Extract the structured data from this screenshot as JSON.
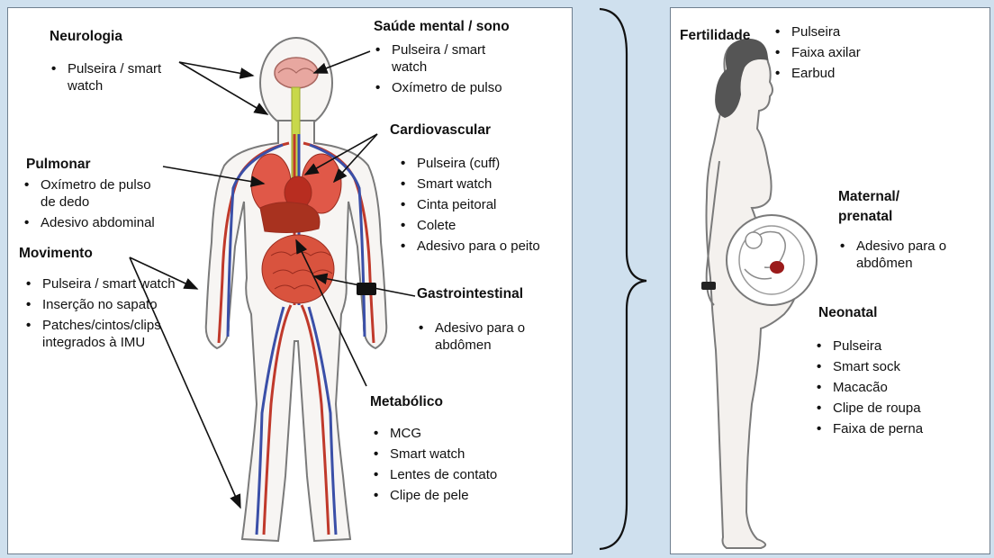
{
  "left": {
    "neurologia": {
      "title": "Neurologia",
      "items": [
        "Pulseira / smart watch"
      ]
    },
    "saude_mental": {
      "title": "Saúde mental / sono",
      "items": [
        "Pulseira / smart watch",
        "Oxímetro de pulso"
      ]
    },
    "cardiovascular": {
      "title": "Cardiovascular",
      "items": [
        "Pulseira (cuff)",
        "Smart watch",
        "Cinta peitoral",
        "Colete",
        "Adesivo para o peito"
      ]
    },
    "pulmonar": {
      "title": "Pulmonar",
      "items": [
        "Oxímetro de pulso de dedo",
        "Adesivo abdominal"
      ]
    },
    "movimento": {
      "title": "Movimento",
      "items": [
        "Pulseira / smart watch",
        "Inserção no sapato",
        "Patches/cintos/clips integrados à IMU"
      ]
    },
    "gastrointestinal": {
      "title": "Gastrointestinal",
      "items": [
        "Adesivo para o abdômen"
      ]
    },
    "metabolico": {
      "title": "Metabólico",
      "items": [
        "MCG",
        "Smart watch",
        "Lentes de contato",
        "Clipe de pele"
      ]
    }
  },
  "right": {
    "fertilidade": {
      "title": "Fertilidade",
      "items": [
        "Pulseira",
        "Faixa axilar",
        "Earbud"
      ]
    },
    "maternal": {
      "title_line1": "Maternal/",
      "title_line2": "prenatal",
      "items": [
        "Adesivo para o abdômen"
      ]
    },
    "neonatal": {
      "title": "Neonatal",
      "items": [
        "Pulseira",
        "Smart sock",
        "Macacão",
        "Clipe de roupa",
        "Faixa de perna"
      ]
    }
  },
  "colors": {
    "background": "#cfe0ee",
    "artery": "#c0392b",
    "vein": "#3a4fa8",
    "organ": "#d9533e",
    "skin": "#f4f1ee",
    "hair": "#555555",
    "spine": "#c8d84a"
  }
}
